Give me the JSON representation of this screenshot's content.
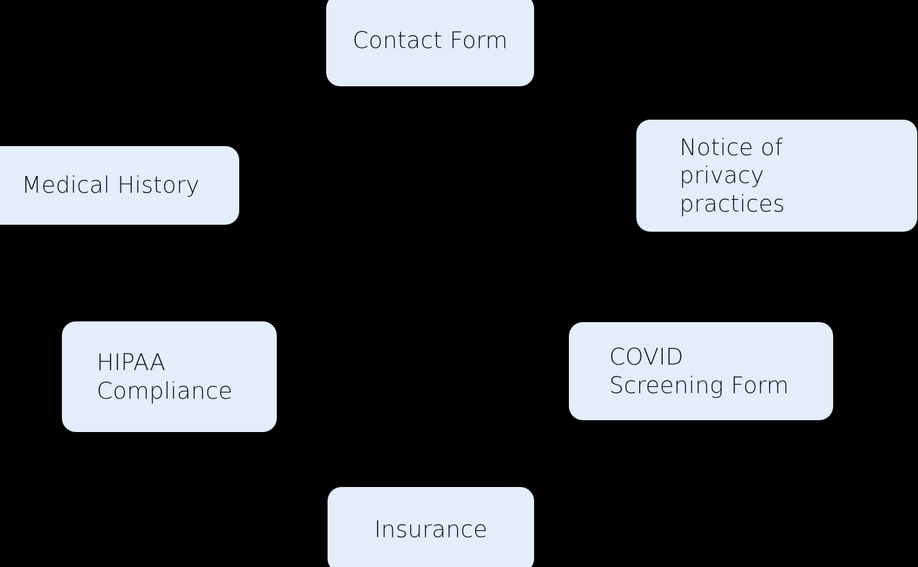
{
  "diagram": {
    "background_color": "#000000",
    "node_fill_color": "#e3edfc",
    "node_text_color": "#15151f",
    "nodes": [
      {
        "id": "contact-form",
        "label": "Contact Form",
        "align": "center"
      },
      {
        "id": "medical-history",
        "label": "Medical History",
        "align": "center"
      },
      {
        "id": "notice-privacy",
        "label": "Notice of privacy practices",
        "align": "left"
      },
      {
        "id": "hipaa-compliance",
        "label": "HIPAA Compliance",
        "align": "left"
      },
      {
        "id": "covid-screening",
        "label": "COVID Screening Form",
        "align": "left"
      },
      {
        "id": "insurance",
        "label": "Insurance",
        "align": "center"
      }
    ]
  }
}
